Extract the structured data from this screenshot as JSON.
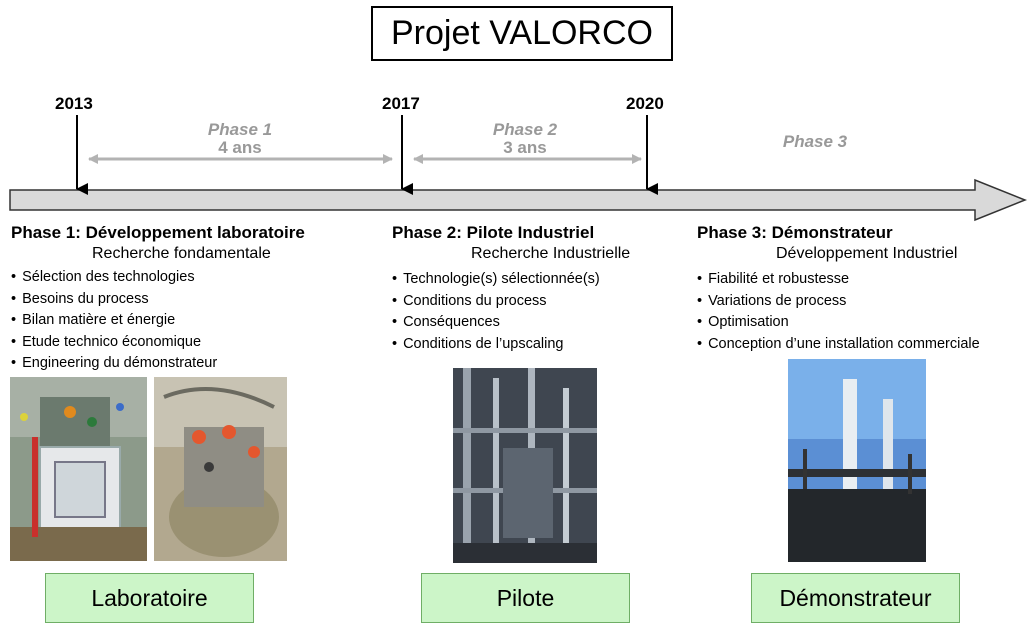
{
  "title": "Projet VALORCO",
  "years": [
    "2013",
    "2017",
    "2020"
  ],
  "timeline": {
    "phase1": {
      "name": "Phase 1",
      "duration": "4 ans"
    },
    "phase2": {
      "name": "Phase 2",
      "duration": "3 ans"
    },
    "phase3": {
      "name": "Phase 3"
    }
  },
  "phases": [
    {
      "heading": "Phase 1: Développement laboratoire",
      "subheading": "Recherche fondamentale",
      "items": [
        "Sélection des technologies",
        "Besoins du process",
        "Bilan matière et énergie",
        "Etude technico économique",
        "Engineering du démonstrateur"
      ],
      "stage": "Laboratoire"
    },
    {
      "heading": "Phase 2: Pilote Industriel",
      "subheading": "Recherche Industrielle",
      "items": [
        "Technologie(s) sélectionnée(s)",
        "Conditions du process",
        "Conséquences",
        "Conditions de l’upscaling"
      ],
      "stage": "Pilote"
    },
    {
      "heading": "Phase 3: Démonstrateur",
      "subheading": "Développement Industriel",
      "items": [
        "Fiabilité et robustesse",
        "Variations de process",
        "Optimisation",
        "Conception d’une installation commerciale"
      ],
      "stage": "Démonstrateur"
    }
  ],
  "colors": {
    "timeline_fill": "#d9d9d9",
    "phase_text": "#999999",
    "stage_box": "#ccf5c8",
    "stage_border": "#6fae66"
  }
}
